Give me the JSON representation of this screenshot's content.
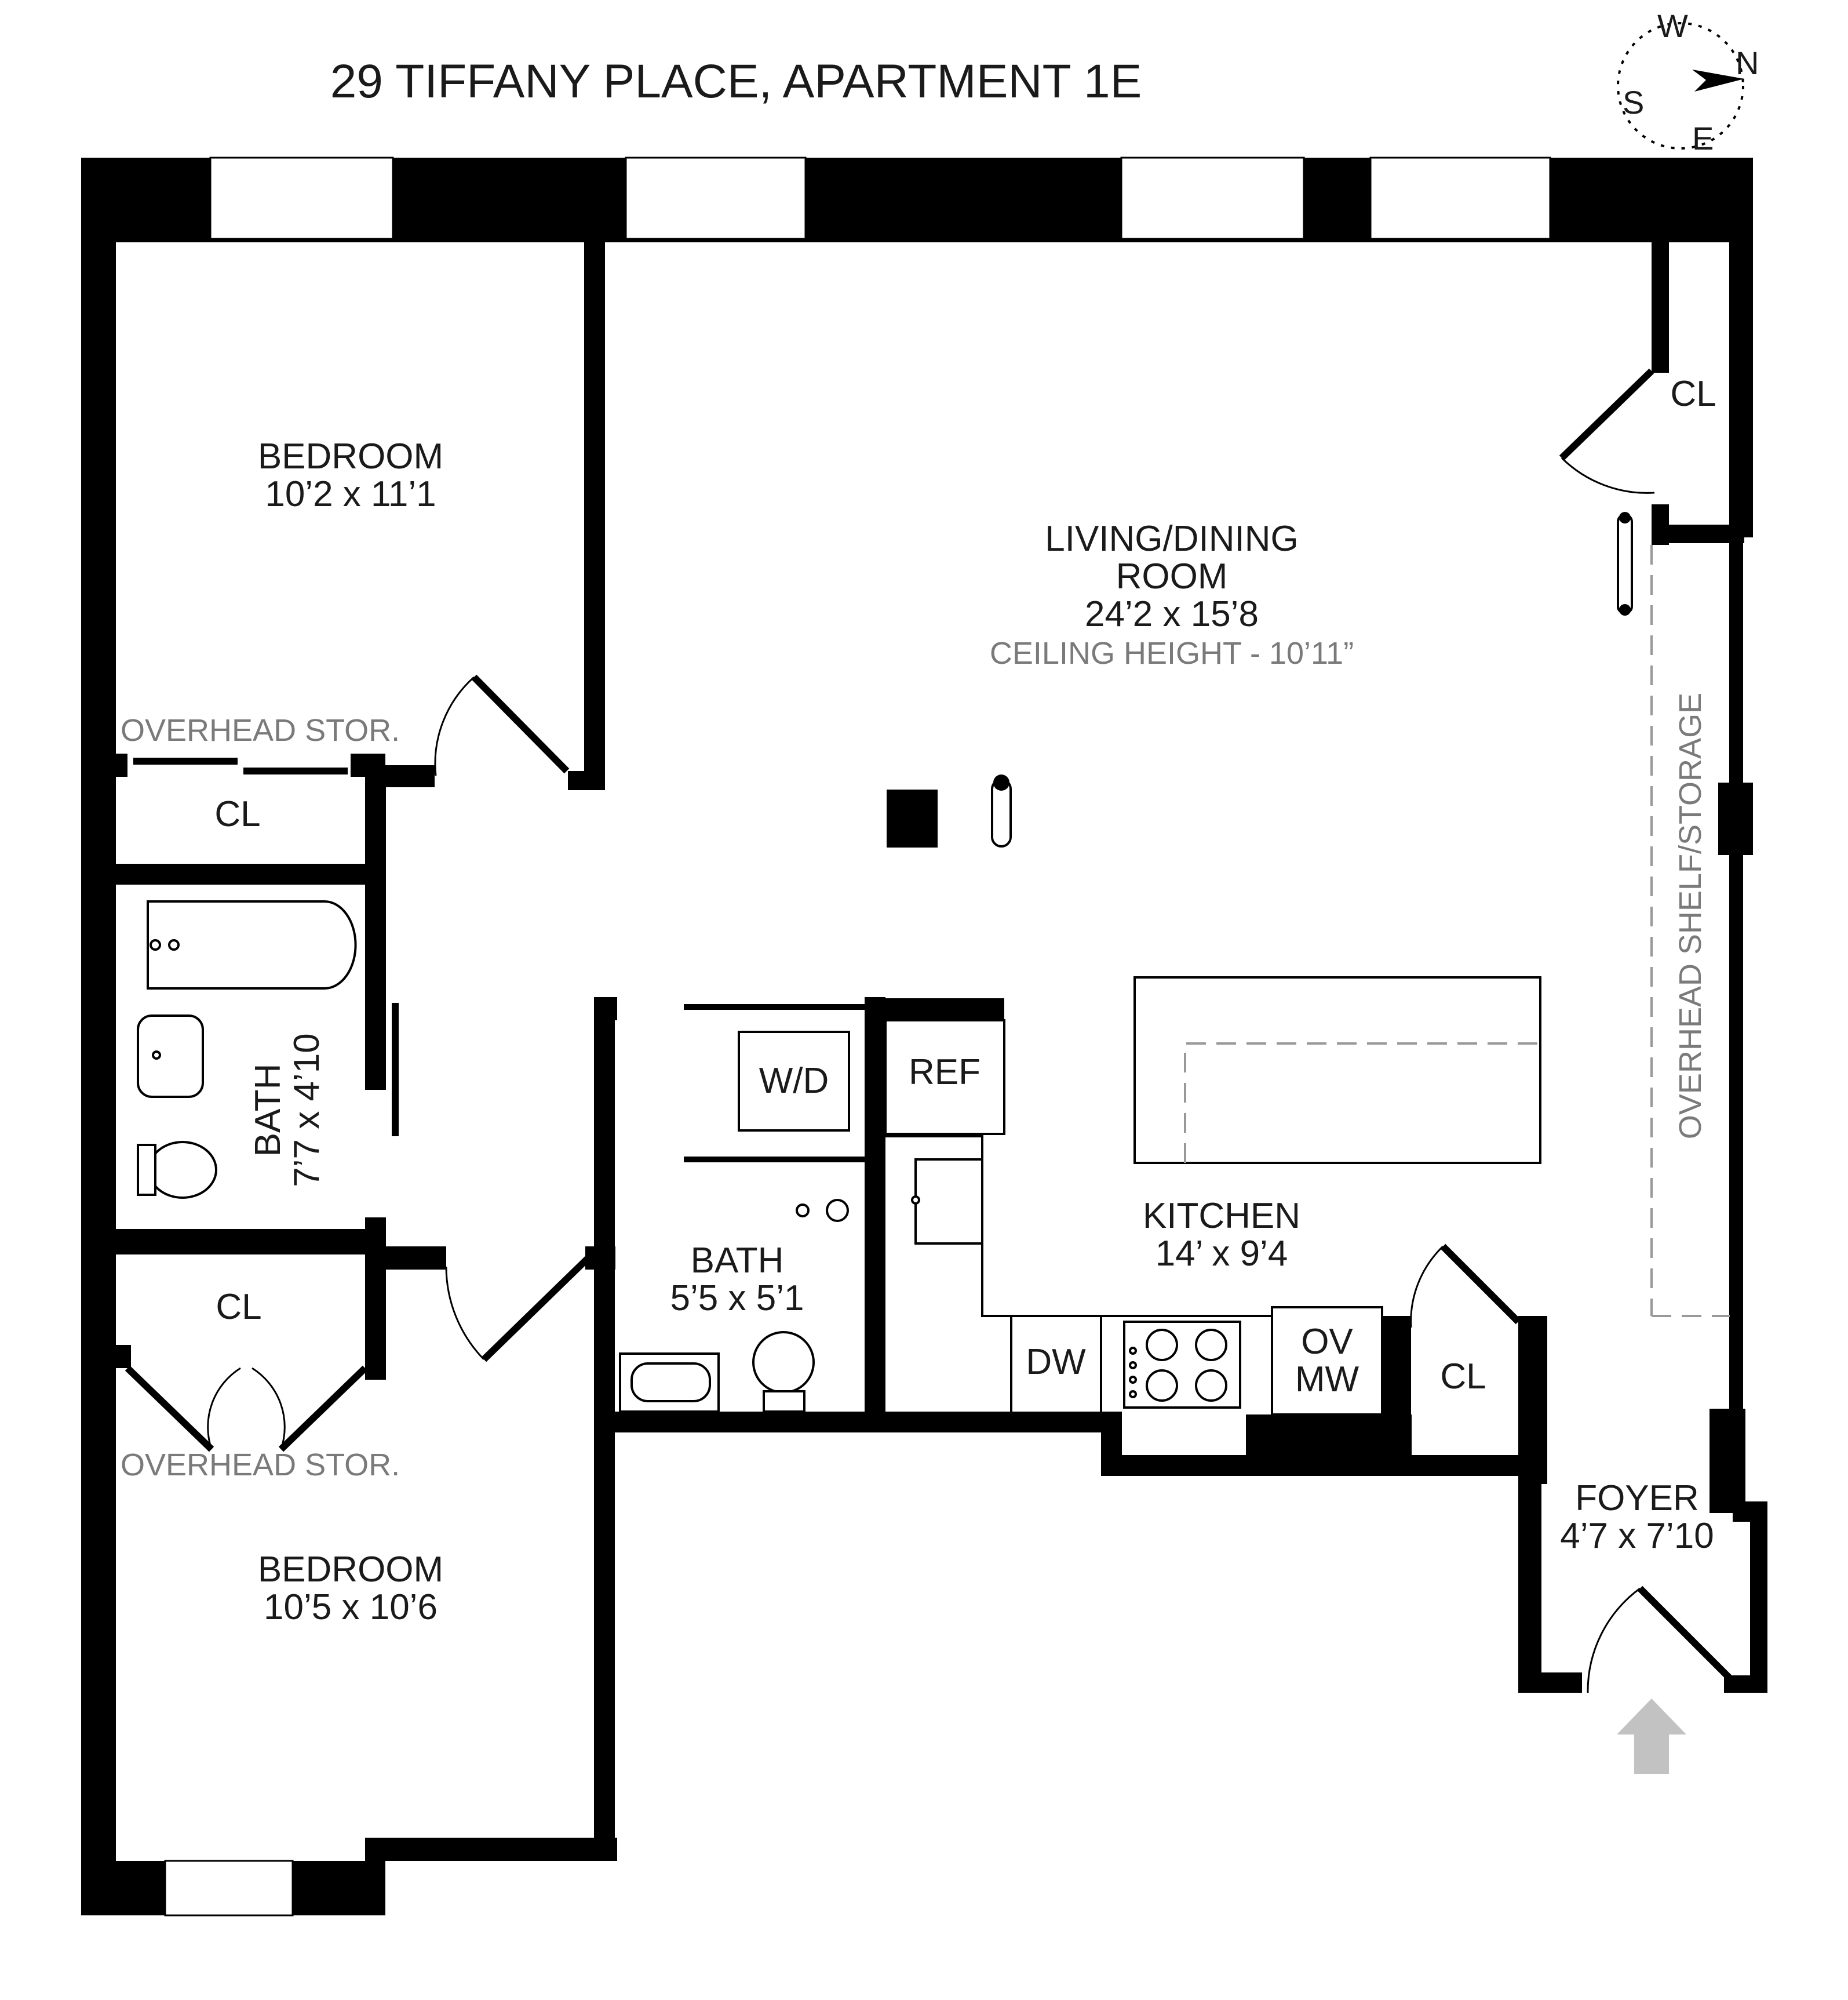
{
  "title": "29 TIFFANY PLACE, APARTMENT 1E",
  "compass": {
    "n": "N",
    "e": "E",
    "s": "S",
    "w": "W"
  },
  "rooms": {
    "bedroom_top": {
      "name": "BEDROOM",
      "dims": "10’2 x 11’1"
    },
    "living": {
      "name_line1": "LIVING/DINING",
      "name_line2": "ROOM",
      "dims": "24’2 x 15’8",
      "ceiling": "CEILING HEIGHT - 10’11”"
    },
    "bath_left": {
      "name": "BATH",
      "dims": "7’7 x 4’10"
    },
    "bath_center": {
      "name": "BATH",
      "dims": "5’5 x 5’1"
    },
    "kitchen": {
      "name": "KITCHEN",
      "dims": "14’ x 9’4"
    },
    "bedroom_bottom": {
      "name": "BEDROOM",
      "dims": "10’5 x 10’6"
    },
    "foyer": {
      "name": "FOYER",
      "dims": "4’7 x 7’10"
    }
  },
  "labels": {
    "overhead_stor_top": "OVERHEAD STOR.",
    "overhead_stor_bottom": "OVERHEAD STOR.",
    "overhead_shelf": "OVERHEAD SHELF/STORAGE",
    "closet": "CL",
    "washer_dryer": "W/D",
    "refrigerator": "REF",
    "dishwasher": "DW",
    "oven_line1": "OV",
    "oven_line2": "MW"
  },
  "colors": {
    "walls": "#000000",
    "notes": "#7a7a7a",
    "entry_arrow": "#c2c2c2"
  }
}
